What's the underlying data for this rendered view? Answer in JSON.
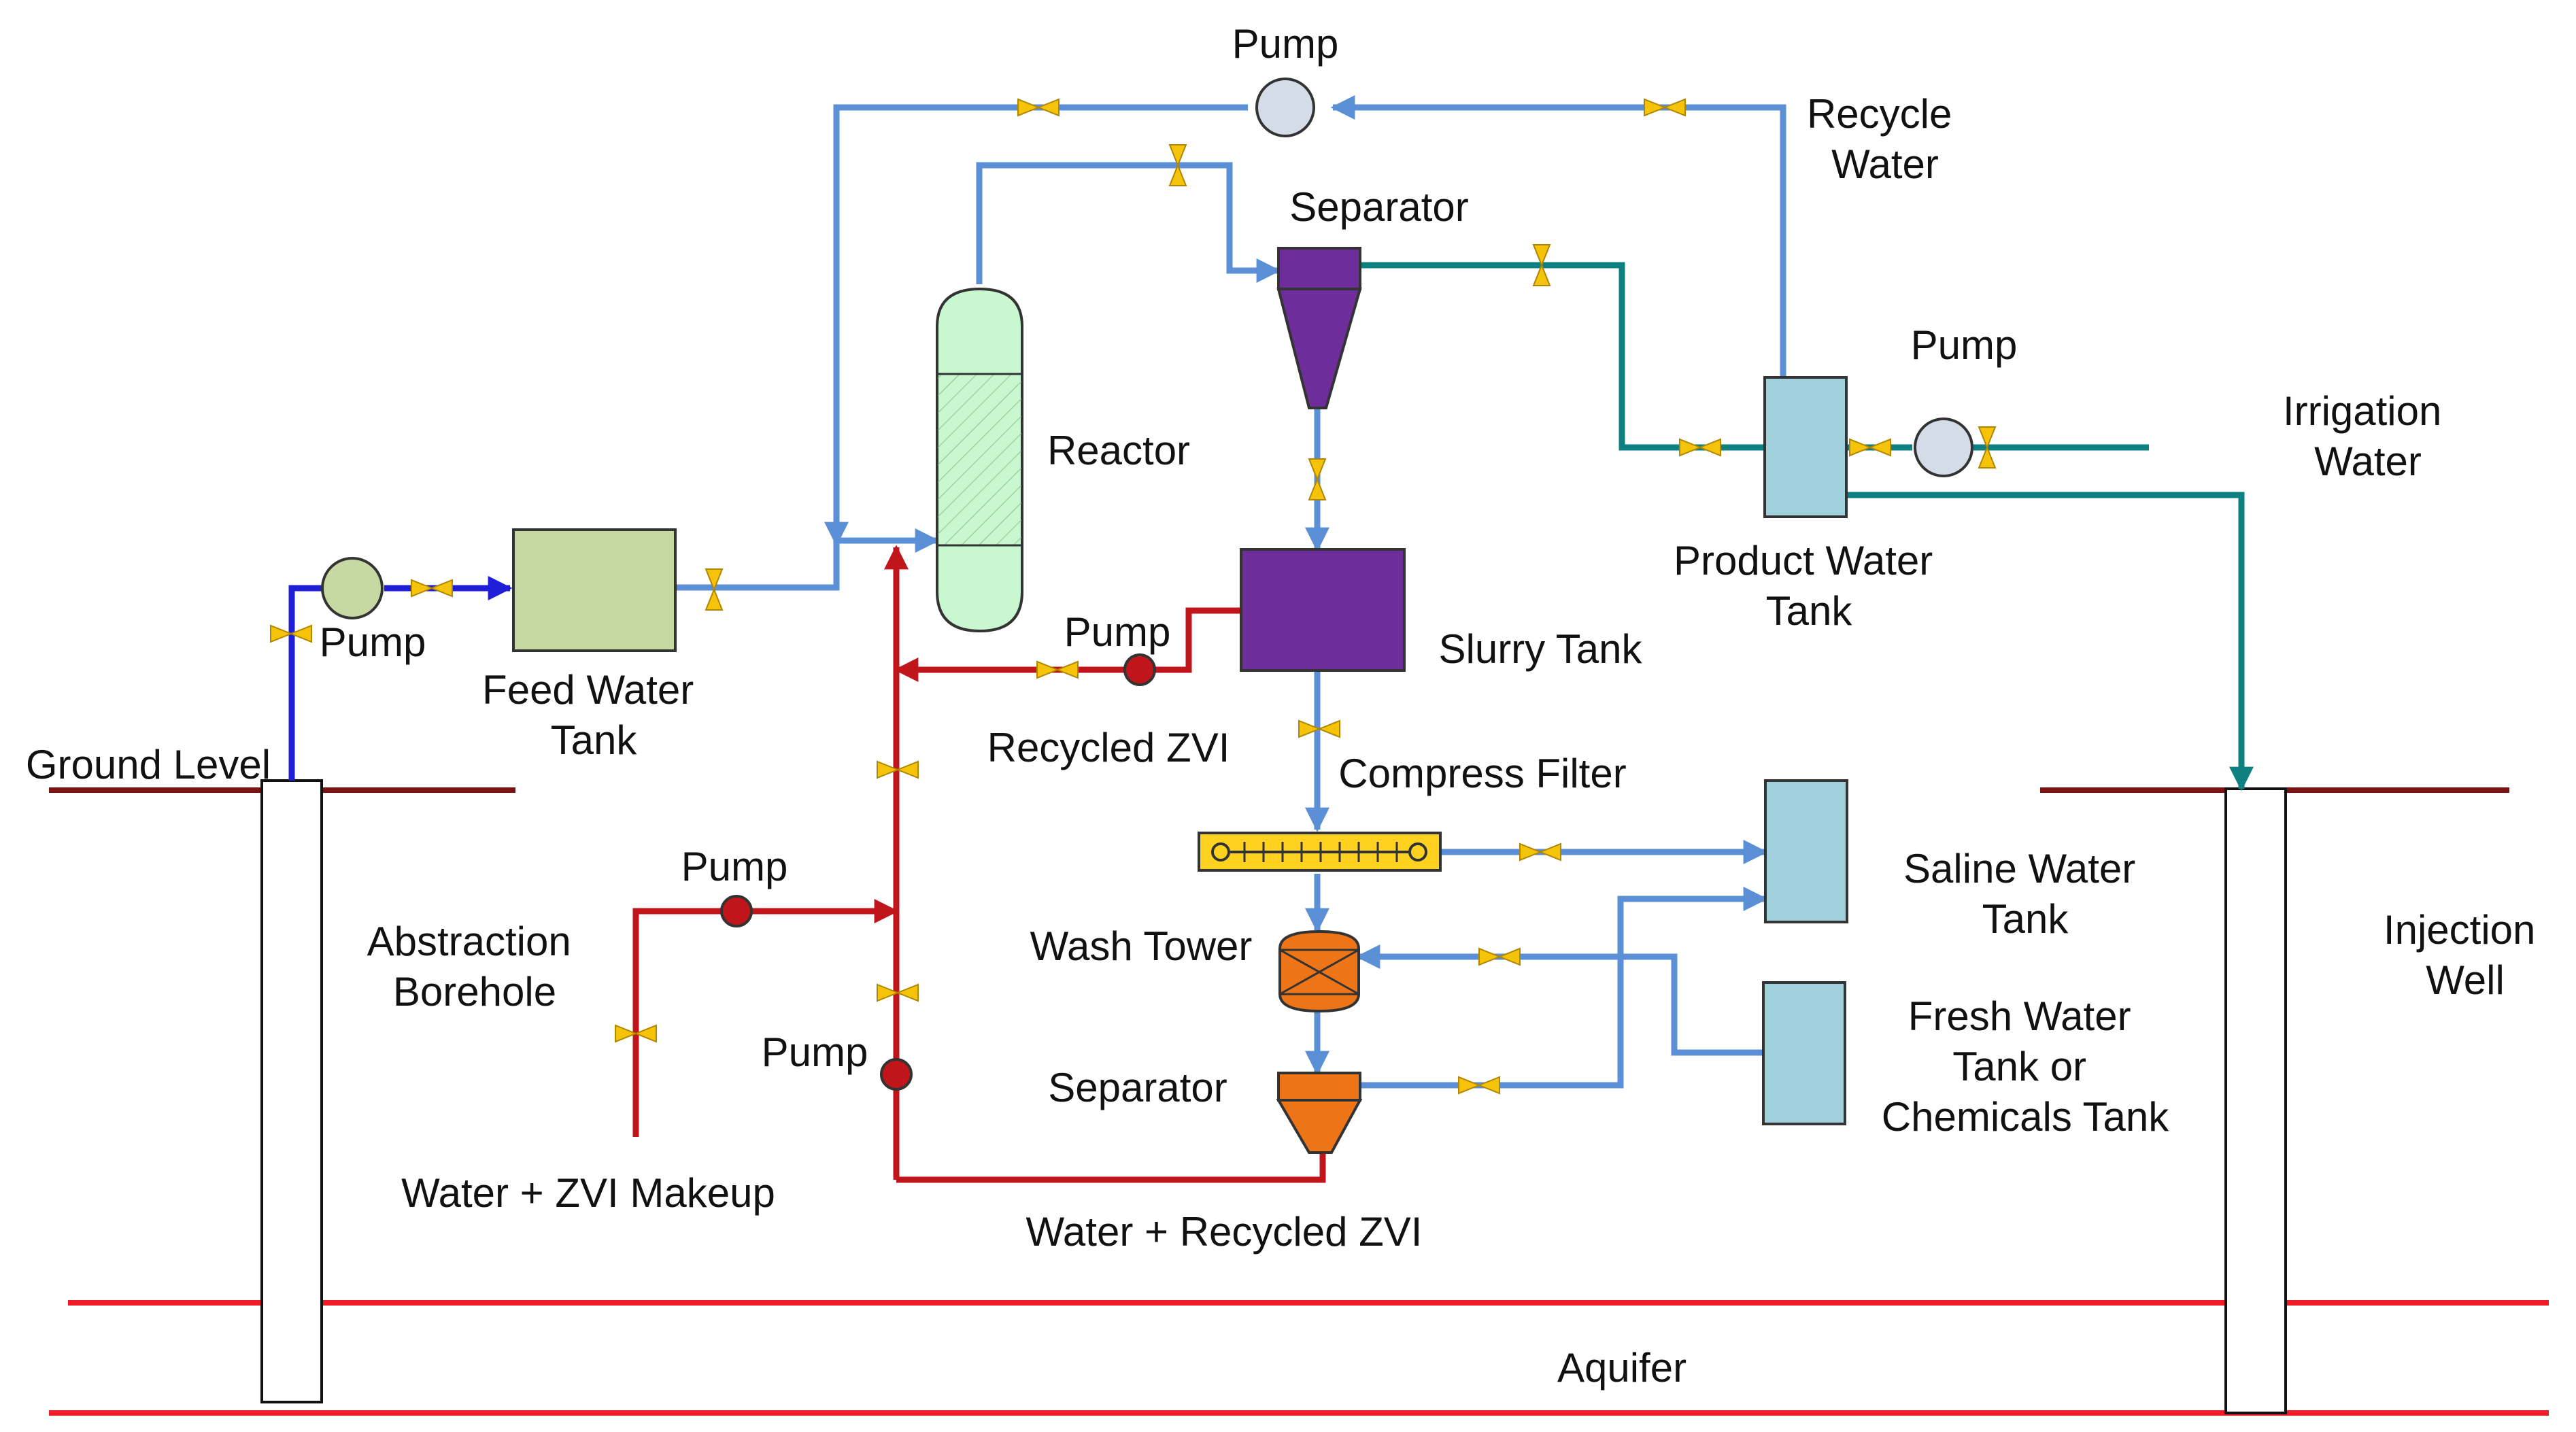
{
  "colors": {
    "blue_flow": "#5b8fd6",
    "dark_blue_flow": "#1f1fd8",
    "red_flow": "#c0161b",
    "teal_flow": "#0e8080",
    "ground_line": "#7a1414",
    "aquifer_line": "#ee1c24",
    "valve": "#f5c40a",
    "tank_blue": "#9fd0db",
    "feed_tank": "#c6d9a3",
    "purple": "#6d2d9a",
    "orange": "#ee7418",
    "reactor": "#c9f7cf",
    "filter": "#ffd21f"
  },
  "labels": {
    "pump_top": "Pump",
    "recycle_water": [
      "Recycle",
      "Water"
    ],
    "separator_top": "Separator",
    "pump_product": "Pump",
    "irrigation_water": [
      "Irrigation",
      "Water"
    ],
    "reactor": "Reactor",
    "product_water_tank": [
      "Product Water",
      "Tank"
    ],
    "pump_feed": "Pump",
    "feed_water_tank": [
      "Feed Water",
      "Tank"
    ],
    "pump_recycled": "Pump",
    "slurry_tank": "Slurry Tank",
    "ground_level": "Ground Level",
    "recycled_zvi": "Recycled ZVI",
    "compress_filter": "Compress Filter",
    "pump_makeup": "Pump",
    "saline_water_tank": [
      "Saline Water",
      "Tank"
    ],
    "abstraction_borehole": [
      "Abstraction",
      "Borehole"
    ],
    "wash_tower": "Wash Tower",
    "injection_well": [
      "Injection",
      "Well"
    ],
    "fresh_water_tank": [
      "Fresh Water",
      "Tank or",
      "Chemicals Tank"
    ],
    "pump_separator": "Pump",
    "separator_bottom": "Separator",
    "water_zvi_makeup": "Water + ZVI Makeup",
    "water_recycled_zvi": "Water + Recycled ZVI",
    "aquifer": "Aquifer"
  }
}
